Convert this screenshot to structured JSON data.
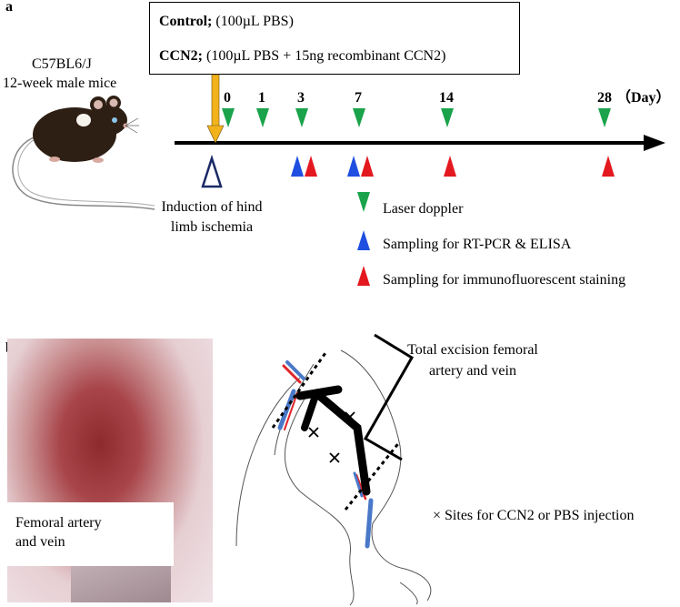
{
  "panel_a": {
    "label": "a",
    "mouse_text": [
      "C57BL6/J",
      "12-week male mice"
    ],
    "conditions": [
      {
        "name": "Control;",
        "detail": "(100µL PBS)"
      },
      {
        "name": "CCN2;",
        "detail": "(100µL PBS + 15ng recombinant CCN2)"
      }
    ],
    "timeline": {
      "days": [
        "0",
        "1",
        "3",
        "7",
        "14",
        "28"
      ],
      "unit": "（Day）",
      "induction_label": [
        "Induction of hind",
        "limb ischemia"
      ]
    },
    "legend": [
      {
        "color": "#1aa34a",
        "label": "Laser doppler"
      },
      {
        "color": "#1f4fe0",
        "label": "Sampling for RT-PCR & ELISA"
      },
      {
        "color": "#e3191f",
        "label": "Sampling for immunofluorescent staining"
      }
    ],
    "colors": {
      "arrow": "#f2b21b",
      "green": "#1aa34a",
      "blue": "#1f4fe0",
      "red": "#e3191f"
    }
  },
  "panel_b": {
    "label": "b",
    "photo_label": [
      "Femoral artery",
      "and vein"
    ],
    "excision_label": [
      "Total excision femoral",
      "artery and vein"
    ],
    "injection_label": "× Sites for CCN2 or PBS injection",
    "colors": {
      "vein": "#4a78c8",
      "artery": "#e0252a"
    }
  }
}
